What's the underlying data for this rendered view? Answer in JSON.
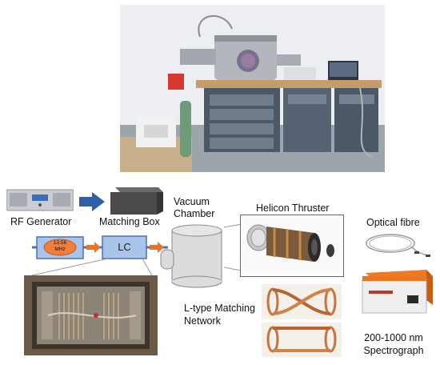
{
  "labels": {
    "rf_generator": "RF Generator",
    "matching_box": "Matching Box",
    "vacuum_chamber_line1": "Vacuum",
    "vacuum_chamber_line2": "Chamber",
    "helicon_thruster": "Helicon Thruster",
    "optical_fibre": "Optical fibre",
    "l_type_line1": "L-type Matching",
    "l_type_line2": "Network",
    "spectrograph_line1": "200-1000 nm",
    "spectrograph_line2": "Spectrograph"
  },
  "schematic": {
    "frequency_line1": "13.56",
    "frequency_line2": "MHz",
    "lc_label": "LC"
  },
  "colors": {
    "block_fill": "#a9c4ea",
    "block_stroke": "#4a72b0",
    "arrow_orange": "#e8742a",
    "flow_arrow_blue": "#2f5fa8",
    "chamber_fill": "#dcdcdc",
    "connector_gray": "#9a9a9a"
  },
  "icons": [
    "rf-generator-device",
    "matching-box-device",
    "vacuum-chamber-cylinder",
    "helicon-thruster-render",
    "optical-fibre-coil",
    "spectrograph-device",
    "lab-setup-photo",
    "matching-network-photo",
    "antenna-twisted-photo",
    "antenna-straight-photo"
  ]
}
